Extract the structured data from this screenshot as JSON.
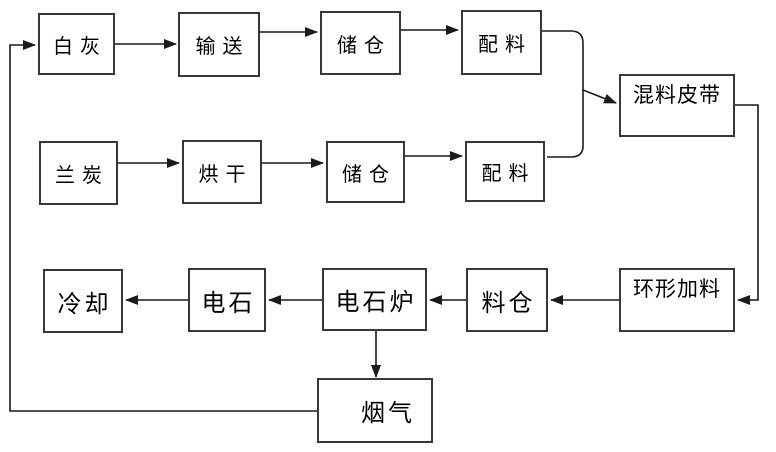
{
  "diagram": {
    "type": "flowchart",
    "title": "",
    "nodes": [
      {
        "id": "lime",
        "label": "白灰"
      },
      {
        "id": "convey",
        "label": "输送"
      },
      {
        "id": "storage-bin-1",
        "label": "储仓"
      },
      {
        "id": "batching-1",
        "label": "配料"
      },
      {
        "id": "semi-coke",
        "label": "兰炭"
      },
      {
        "id": "drying",
        "label": "烘干"
      },
      {
        "id": "storage-bin-2",
        "label": "储仓"
      },
      {
        "id": "batching-2",
        "label": "配料"
      },
      {
        "id": "mixing-belt",
        "label": "混料皮带"
      },
      {
        "id": "ring-feeder",
        "label": "环形加料"
      },
      {
        "id": "hopper",
        "label": "料仓"
      },
      {
        "id": "carbide-furnace",
        "label": "电石炉"
      },
      {
        "id": "carbide",
        "label": "电石"
      },
      {
        "id": "cooling",
        "label": "冷却"
      },
      {
        "id": "flue-gas",
        "label": "烟气"
      }
    ],
    "edges": [
      {
        "from": "lime",
        "to": "convey"
      },
      {
        "from": "convey",
        "to": "storage-bin-1"
      },
      {
        "from": "storage-bin-1",
        "to": "batching-1"
      },
      {
        "from": "semi-coke",
        "to": "drying"
      },
      {
        "from": "drying",
        "to": "storage-bin-2"
      },
      {
        "from": "storage-bin-2",
        "to": "batching-2"
      },
      {
        "from": "batching-1",
        "to": "mixing-belt"
      },
      {
        "from": "batching-2",
        "to": "mixing-belt"
      },
      {
        "from": "mixing-belt",
        "to": "ring-feeder"
      },
      {
        "from": "ring-feeder",
        "to": "hopper"
      },
      {
        "from": "hopper",
        "to": "carbide-furnace"
      },
      {
        "from": "carbide-furnace",
        "to": "carbide"
      },
      {
        "from": "carbide",
        "to": "cooling"
      },
      {
        "from": "carbide-furnace",
        "to": "flue-gas"
      },
      {
        "from": "flue-gas",
        "to": "lime"
      }
    ],
    "colors": {
      "box_border": "#383838",
      "line": "#1a1a1a",
      "text": "#000000",
      "background": "#ffffff"
    }
  }
}
